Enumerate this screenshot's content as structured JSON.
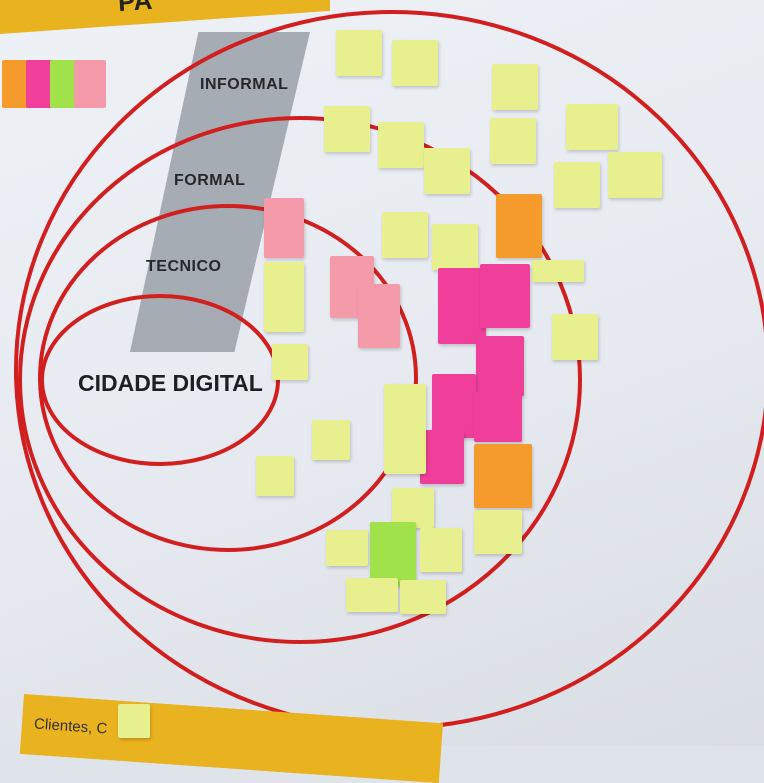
{
  "header": {
    "title_fragment": "PA"
  },
  "levels": {
    "informal": "INFORMAL",
    "formal": "FORMAL",
    "tecnico": "TECNICO",
    "core": "CIDADE DIGITAL"
  },
  "footer": {
    "text": "Clientes, C"
  },
  "colors": {
    "ring": "#d11f1f",
    "header_band": "#e9b21f",
    "note_yellow": "#e8ef8e",
    "note_pink": "#ef3f9a",
    "note_light_pink": "#f59aa8",
    "note_orange": "#f59b2b",
    "note_green": "#9fe24a"
  }
}
